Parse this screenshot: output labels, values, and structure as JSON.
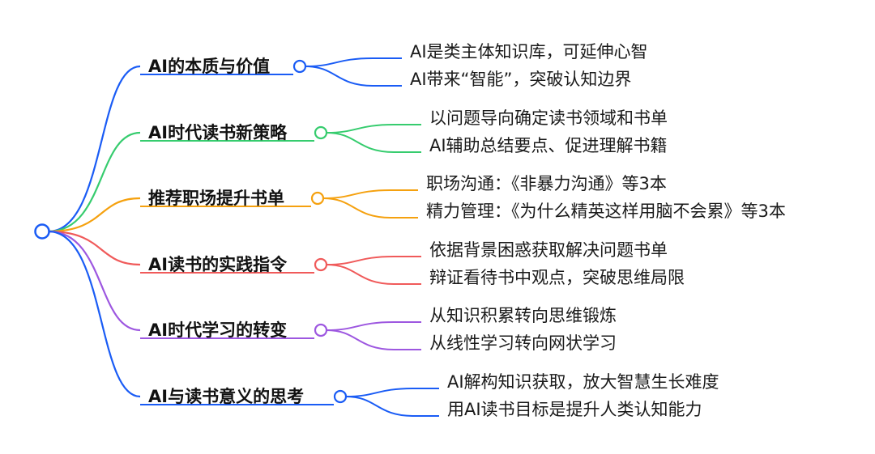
{
  "mindmap": {
    "branches": [
      {
        "label": "AI的本质与价值",
        "color": "#1a5cf5",
        "children": [
          "AI是类主体知识库，可延伸心智",
          "AI带来“智能”，突破认知边界"
        ]
      },
      {
        "label": "AI时代读书新策略",
        "color": "#36cc6e",
        "children": [
          "以问题导向确定读书领域和书单",
          "AI辅助总结要点、促进理解书籍"
        ]
      },
      {
        "label": "推荐职场提升书单",
        "color": "#f5a10f",
        "children": [
          "职场沟通：《非暴力沟通》等3本",
          "精力管理：《为什么精英这样用脑不会累》等3本"
        ]
      },
      {
        "label": "AI读书的实践指令",
        "color": "#f05a5a",
        "children": [
          "依据背景困惑获取解决问题书单",
          "辩证看待书中观点，突破思维局限"
        ]
      },
      {
        "label": "AI时代学习的转变",
        "color": "#9d57e0",
        "children": [
          "从知识积累转向思维锻炼",
          "从线性学习转向网状学习"
        ]
      },
      {
        "label": "AI与读书意义的思考",
        "color": "#1a5cf5",
        "children": [
          "AI解构知识获取，放大智慧生长难度",
          "用AI读书目标是提升人类认知能力"
        ]
      }
    ]
  }
}
